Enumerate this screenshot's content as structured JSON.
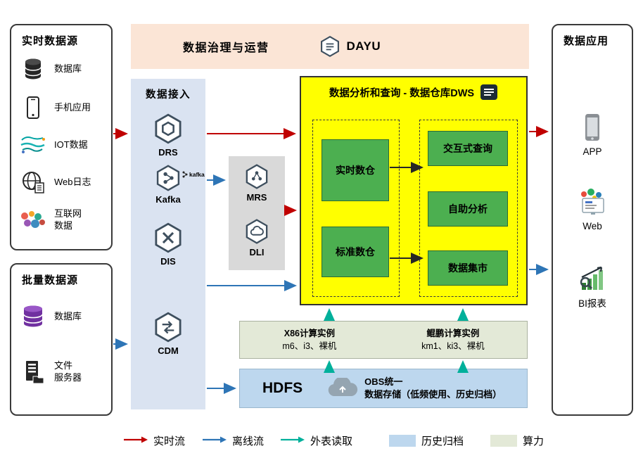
{
  "governance": {
    "title": "数据治理与运营",
    "logo_text": "DAYU"
  },
  "realtime_sources": {
    "title": "实时数据源",
    "items": [
      {
        "label": "数据库"
      },
      {
        "label": "手机应用"
      },
      {
        "label": "IOT数据"
      },
      {
        "label": "Web日志"
      },
      {
        "label": "互联网\n数据"
      }
    ]
  },
  "batch_sources": {
    "title": "批量数据源",
    "items": [
      {
        "label": "数据库"
      },
      {
        "label": "文件\n服务器"
      }
    ]
  },
  "ingestion": {
    "title": "数据接入",
    "items": [
      {
        "label": "DRS"
      },
      {
        "label": "Kafka",
        "logo_text": "kafka"
      },
      {
        "label": "DIS"
      },
      {
        "label": "CDM"
      }
    ]
  },
  "processing": {
    "items": [
      {
        "label": "MRS"
      },
      {
        "label": "DLI"
      }
    ]
  },
  "dws": {
    "title": "数据分析和查询 - 数据仓库DWS",
    "left_items": [
      {
        "label": "实时数仓"
      },
      {
        "label": "标准数仓"
      }
    ],
    "right_items": [
      {
        "label": "交互式查询"
      },
      {
        "label": "自助分析"
      },
      {
        "label": "数据集市"
      }
    ]
  },
  "compute": {
    "groups": [
      {
        "title": "X86计算实例",
        "subtitle": "m6、i3、裸机"
      },
      {
        "title": "鲲鹏计算实例",
        "subtitle": "km1、ki3、裸机"
      }
    ]
  },
  "storage": {
    "hdfs_label": "HDFS",
    "obs_text": "OBS统一\n数据存储（低频使用、历史归档）"
  },
  "applications": {
    "title": "数据应用",
    "items": [
      {
        "label": "APP"
      },
      {
        "label": "Web"
      },
      {
        "label": "BI报表"
      }
    ]
  },
  "legend": {
    "items": [
      {
        "label": "实时流",
        "type": "arrow",
        "color": "#C00000"
      },
      {
        "label": "离线流",
        "type": "arrow",
        "color": "#2E75B6"
      },
      {
        "label": "外表读取",
        "type": "arrow",
        "color": "#00B09B"
      },
      {
        "label": "历史归档",
        "type": "swatch",
        "color": "#BDD7EE"
      },
      {
        "label": "算力",
        "type": "swatch",
        "color": "#E3E9D7"
      }
    ]
  },
  "colors": {
    "realtime_flow": "#C00000",
    "offline_flow": "#2E75B6",
    "external_read": "#00B09B",
    "dws_background": "#FFFF00",
    "warehouse_green": "#4CAF50",
    "governance_background": "#FBE5D6",
    "ingestion_background": "#DAE3F1",
    "processing_background": "#D9D9D9",
    "compute_background": "#E3E9D7",
    "storage_background": "#BDD7EE"
  }
}
